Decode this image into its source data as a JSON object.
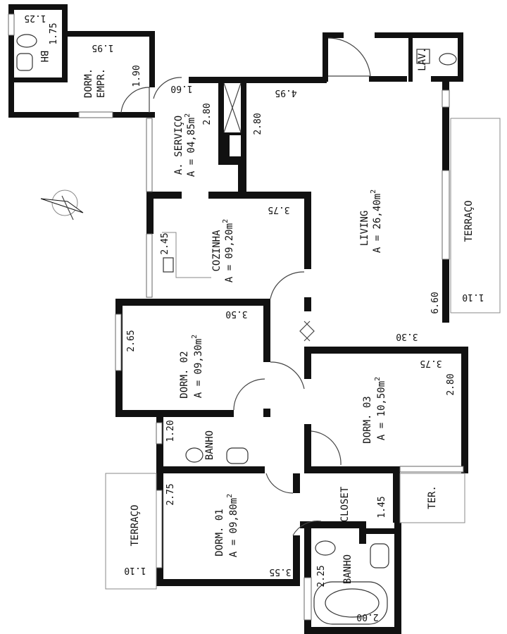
{
  "rooms": {
    "bh": "BH",
    "dorm_empr_1": "DORM.",
    "dorm_empr_2": "EMPR.",
    "servico_name": "A. SERVIÇO",
    "servico_area": "A = 04,85m",
    "lav": "LAV.",
    "cozinha_name": "COZINHA",
    "cozinha_area": "A = 09,20m",
    "living_name": "LIVING",
    "living_area": "A = 26,40m",
    "terraco_right": "TERRAÇO",
    "dorm02_name": "DORM. 02",
    "dorm02_area": "A = 09,30m",
    "dorm03_name": "DORM. 03",
    "dorm03_area": "A = 10,50m",
    "banho_mid": "BANHO",
    "ter": "TER.",
    "closet": "CLOSET",
    "terraco_left": "TERRAÇO",
    "dorm01_name": "DORM. 01",
    "dorm01_area": "A = 09,80m",
    "banho_bottom": "BANHO",
    "sup": "2"
  },
  "dims": {
    "d_125": "1.25",
    "d_175": "1.75",
    "d_195": "1.95",
    "d_190": "1.90",
    "d_160": "1.60",
    "d_280a": "2.80",
    "d_280b": "2.80",
    "d_495": "4.95",
    "d_375a": "3.75",
    "d_245": "2.45",
    "d_350": "3.50",
    "d_265": "2.65",
    "d_660": "6.60",
    "d_110a": "1.10",
    "d_330": "3.30",
    "d_375b": "3.75",
    "d_280c": "2.80",
    "d_120": "1.20",
    "d_275": "2.75",
    "d_145": "1.45",
    "d_110b": "1.10",
    "d_355": "3.55",
    "d_225": "2.25",
    "d_200": "2.00"
  }
}
